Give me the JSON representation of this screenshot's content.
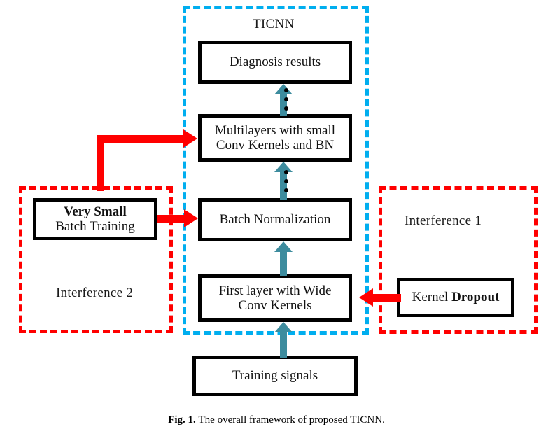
{
  "figure": {
    "caption_prefix": "Fig. 1.",
    "caption_text": "The overall framework of proposed TICNN."
  },
  "groups": {
    "ticnn": {
      "label": "TICNN",
      "border_color": "#00AEEF",
      "style": "dashed"
    },
    "interference_2": {
      "label": "Interference 2",
      "border_color": "#FF0000",
      "style": "dashed"
    },
    "interference_1": {
      "label": "Interference 1",
      "border_color": "#FF0000",
      "style": "dashed"
    }
  },
  "boxes": {
    "diagnosis": {
      "label": "Diagnosis results"
    },
    "multilayers": {
      "line1": "Multilayers with small",
      "line2": "Conv Kernels and BN"
    },
    "batch_normalization": {
      "label": "Batch Normalization"
    },
    "first_layer": {
      "line1": "First layer with Wide",
      "line2": "Conv Kernels"
    },
    "training_signals": {
      "label": "Training signals"
    },
    "very_small_batch": {
      "line1": "Very Small",
      "line2": "Batch Training"
    },
    "kernel_dropout": {
      "word1": "Kernel ",
      "word2": "Dropout"
    }
  },
  "colors": {
    "flow_arrow": "#3D8C9E",
    "interference_arrow": "#FF0000",
    "ticnn_border": "#00AEEF",
    "box_border": "#000000",
    "background": "#FFFFFF"
  },
  "flow": {
    "ellipsis_glyph": "vertical-ellipsis",
    "arrow_direction": "up",
    "sequence": [
      "Training signals",
      "First layer with Wide Conv Kernels",
      "Batch Normalization",
      "Multilayers with small Conv Kernels and BN",
      "Diagnosis results"
    ]
  }
}
